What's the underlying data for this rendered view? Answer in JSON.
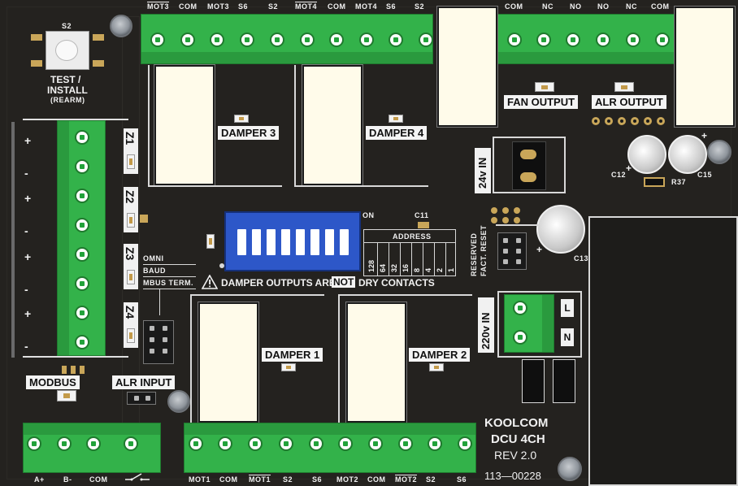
{
  "board": {
    "product_name": "KOOLCOM",
    "model": "DCU 4CH",
    "revision": "REV 2.0",
    "part_number": "113—00228"
  },
  "top_terminals": {
    "left_group_labels": [
      "MOT3",
      "COM",
      "MOT3",
      "S6",
      "S2"
    ],
    "right_group_labels": [
      "MOT4",
      "COM",
      "MOT4",
      "S6",
      "S2"
    ],
    "nc_group_labels": [
      "COM",
      "NC",
      "NO",
      "NO",
      "NC",
      "COM"
    ]
  },
  "test_button": {
    "ref": "S2",
    "label_line1": "TEST /",
    "label_line2": "INSTALL",
    "label_line3": "(REARM)"
  },
  "zones": [
    "Z1",
    "Z2",
    "Z3",
    "Z4"
  ],
  "zone_polarity": [
    "+",
    "-",
    "+",
    "-",
    "+",
    "-",
    "+",
    "-"
  ],
  "relay_labels": {
    "damper3": "DAMPER 3",
    "damper4": "DAMPER 4",
    "damper1": "DAMPER 1",
    "damper2": "DAMPER 2",
    "fan_output": "FAN OUTPUT",
    "alr_output": "ALR OUTPUT"
  },
  "power": {
    "input_24v": "24v IN",
    "input_220v": "220v IN",
    "line_label": "L",
    "neutral_label": "N"
  },
  "components": {
    "c11": "C11",
    "c12": "C12",
    "c13": "C13",
    "c15": "C15",
    "r37": "R37",
    "dip_on": "ON"
  },
  "address": {
    "title": "ADDRESS",
    "values": [
      "128",
      "64",
      "32",
      "16",
      "8",
      "4",
      "2",
      "1"
    ]
  },
  "reserved_labels": [
    "RESERVED",
    "FACT. RESET"
  ],
  "dip_functions": [
    "OMNI",
    "BAUD",
    "MBUS TERM."
  ],
  "warning": {
    "prefix": "DAMPER OUTPUTS ARE",
    "emphasis": "NOT",
    "suffix": "DRY CONTACTS"
  },
  "bottom": {
    "modbus_label": "MODBUS",
    "alr_input_label": "ALR INPUT",
    "terminal_labels": [
      "A+",
      "B-",
      "COM",
      "MOT1",
      "COM",
      "MOT1",
      "S2",
      "S6",
      "MOT2",
      "COM",
      "MOT2",
      "S2",
      "S6"
    ]
  }
}
